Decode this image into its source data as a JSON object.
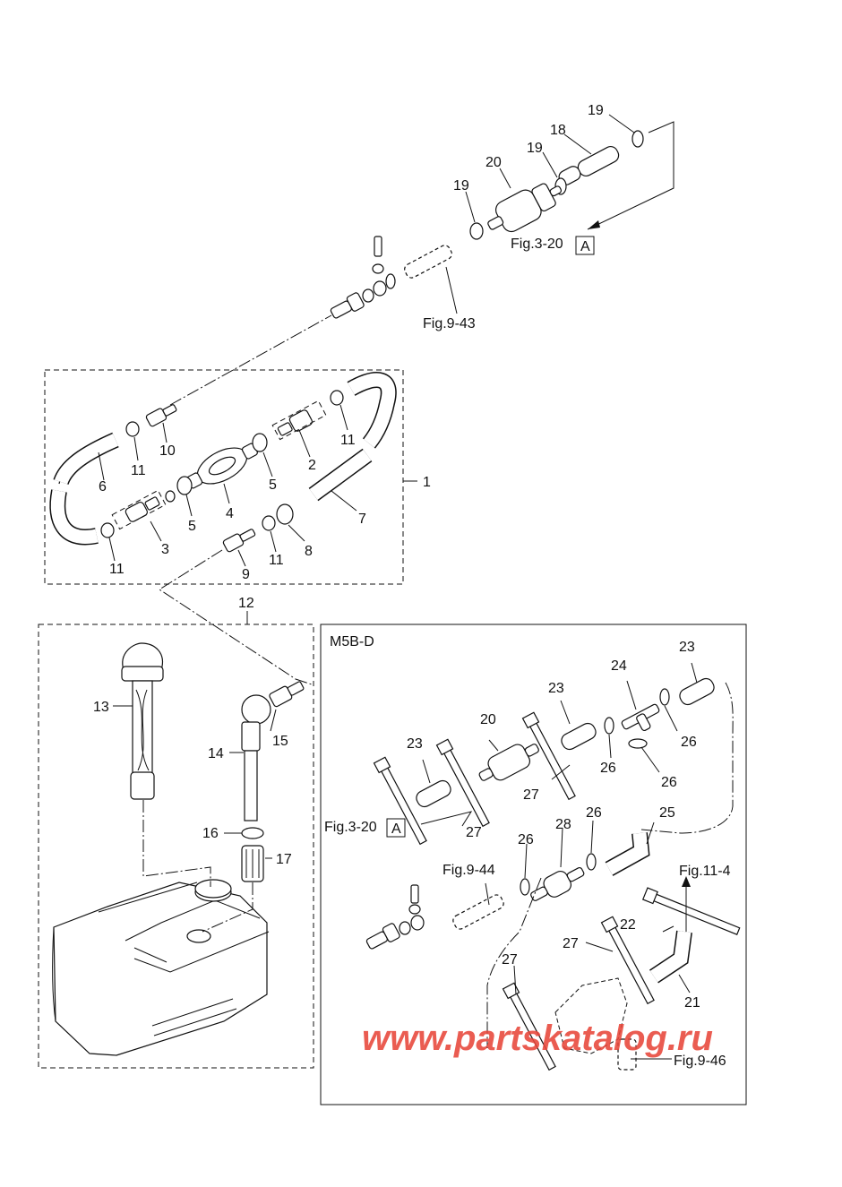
{
  "watermark": "www.partskatalog.ru",
  "box_label": "M5B-D",
  "refs": {
    "fig3_20": "Fig.3-20",
    "fig9_43": "Fig.9-43",
    "fig9_44": "Fig.9-44",
    "fig9_46": "Fig.9-46",
    "fig11_4": "Fig.11-4",
    "marker_a": "A"
  },
  "callouts": [
    "1",
    "2",
    "3",
    "4",
    "5",
    "6",
    "7",
    "8",
    "9",
    "10",
    "11",
    "12",
    "13",
    "14",
    "15",
    "16",
    "17",
    "18",
    "19",
    "20",
    "21",
    "22",
    "23",
    "24",
    "25",
    "26",
    "27",
    "28"
  ]
}
